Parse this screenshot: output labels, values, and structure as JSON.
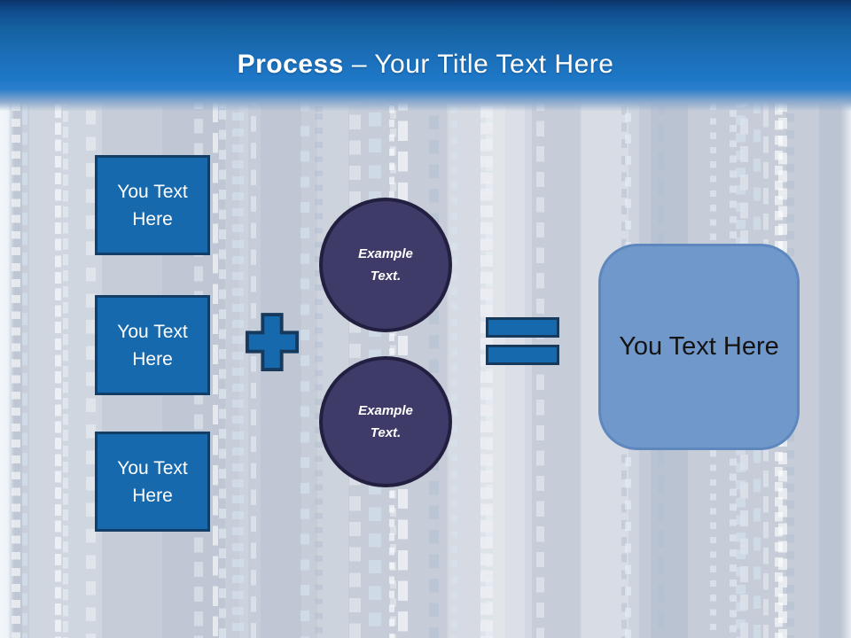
{
  "title": {
    "emphasis": "Process",
    "rest": "– Your Title Text Here"
  },
  "left_boxes": [
    {
      "label": "You Text Here"
    },
    {
      "label": "You Text Here"
    },
    {
      "label": "You Text Here"
    }
  ],
  "operators": [
    {
      "icon": "plus-icon",
      "meaning": "plus"
    },
    {
      "icon": "equals-icon",
      "meaning": "equals"
    }
  ],
  "circles": [
    {
      "label": "Example Text."
    },
    {
      "label": "Example Text."
    }
  ],
  "result_box": {
    "label": "You Text Here"
  },
  "colors": {
    "header_top": "#0a3469",
    "header_main": "#1e78c8",
    "body_bg": "#c6cdd9",
    "box_fill": "#1769ad",
    "box_border": "#123e68",
    "circle_fill": "#3e3b68",
    "circle_border": "#221f40",
    "operator_fill": "#1769ad",
    "operator_border": "#16395c",
    "result_fill": "#7198cb",
    "result_border": "#5d87bd",
    "title_text": "#ffffff",
    "box_text": "#ffffff",
    "circle_text": "#ffffff",
    "result_text": "#141414"
  }
}
